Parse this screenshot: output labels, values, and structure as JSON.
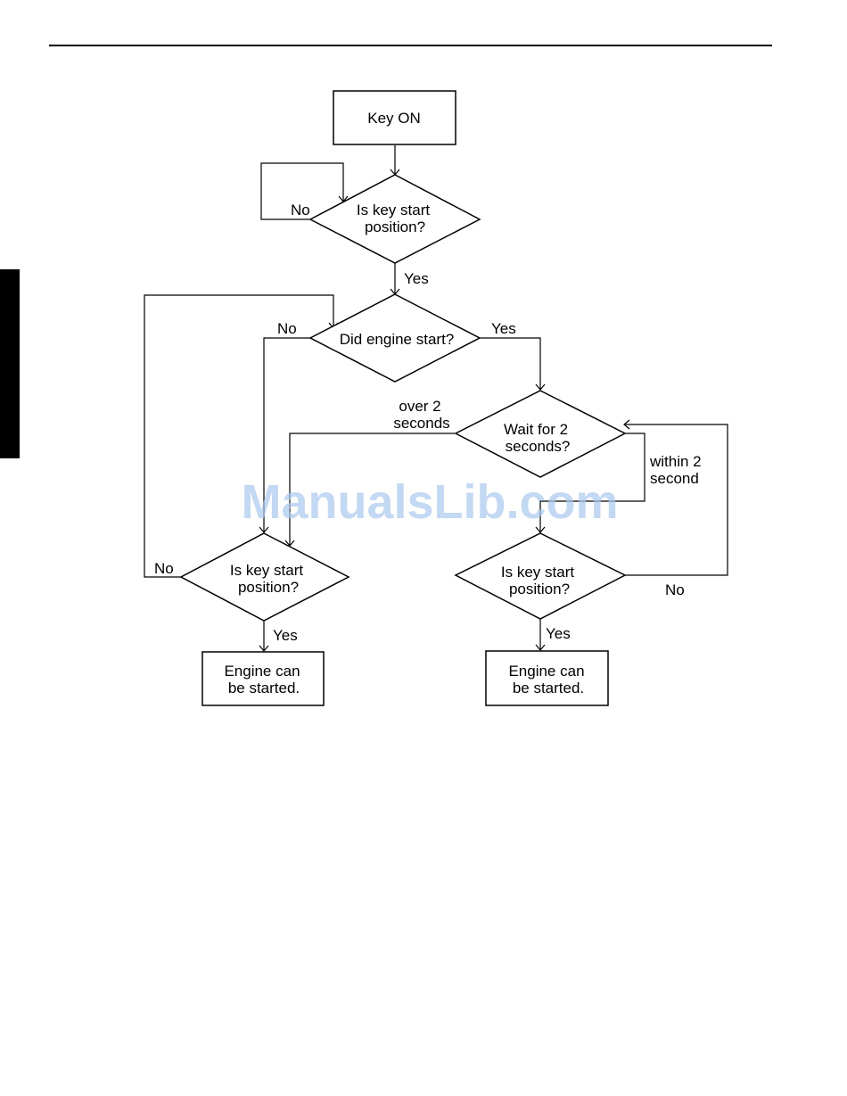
{
  "watermark": "ManualsLib.com",
  "nodes": {
    "key_on": "Key ON",
    "decision_key_start_1": [
      "Is key start",
      "position?"
    ],
    "decision_engine_start": "Did engine start?",
    "decision_wait": [
      "Wait for 2",
      "seconds?"
    ],
    "decision_key_start_left": [
      "Is key start",
      "position?"
    ],
    "decision_key_start_right": [
      "Is key start",
      "position?"
    ],
    "result_left": [
      "Engine can",
      "be started."
    ],
    "result_right": [
      "Engine can",
      "be started."
    ]
  },
  "labels": {
    "no_key_start_1": "No",
    "yes_key_start_1": "Yes",
    "no_engine_start": "No",
    "yes_engine_start": "Yes",
    "over_2_seconds": [
      "over 2",
      "seconds"
    ],
    "within_2_second": [
      "within 2",
      "second"
    ],
    "no_key_start_left": "No",
    "yes_key_start_left": "Yes",
    "no_key_start_right": "No",
    "yes_key_start_right": "Yes"
  }
}
